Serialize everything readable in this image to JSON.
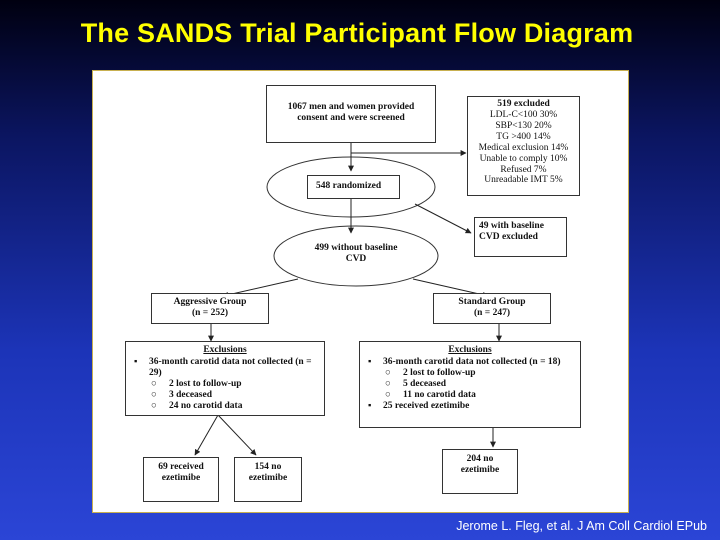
{
  "slide": {
    "title": "The SANDS Trial Participant Flow Diagram",
    "citation": "Jerome L. Fleg, et al. J Am Coll Cardiol EPub"
  },
  "colors": {
    "title": "#ffff00",
    "background_top": "#000010",
    "background_bottom": "#2b45d6",
    "panel_border": "#c8b050"
  },
  "diagram": {
    "screened": "1067 men and women provided consent and were screened",
    "excluded": {
      "title": "519 excluded",
      "reasons": [
        "LDL-C<100   30%",
        "SBP<130   20%",
        "TG >400 14%",
        "Medical exclusion 14%",
        "Unable to comply 10%",
        "Refused   7%",
        "Unreadable IMT 5%"
      ]
    },
    "randomized": "548 randomized",
    "cvd_excluded": "49 with baseline CVD excluded",
    "without_cvd": "499 without baseline CVD",
    "aggressive": {
      "name": "Aggressive Group",
      "n": "(n = 252)"
    },
    "standard": {
      "name": "Standard Group",
      "n": "(n = 247)"
    },
    "aggressive_exclusions": {
      "title": "Exclusions",
      "item1": "36-month carotid data not collected (n = 29)",
      "sub": [
        "2 lost to follow-up",
        "3 deceased",
        "24 no carotid data"
      ]
    },
    "standard_exclusions": {
      "title": "Exclusions",
      "item1": "36-month carotid data not collected (n = 18)",
      "sub": [
        "2 lost to follow-up",
        "5 deceased",
        "11 no carotid data"
      ],
      "item2": "25 received ezetimibe"
    },
    "agg_ezetimibe": "69 received ezetimibe",
    "agg_no_ezetimibe": "154 no ezetimibe",
    "std_no_ezetimibe": "204 no ezetimibe"
  }
}
